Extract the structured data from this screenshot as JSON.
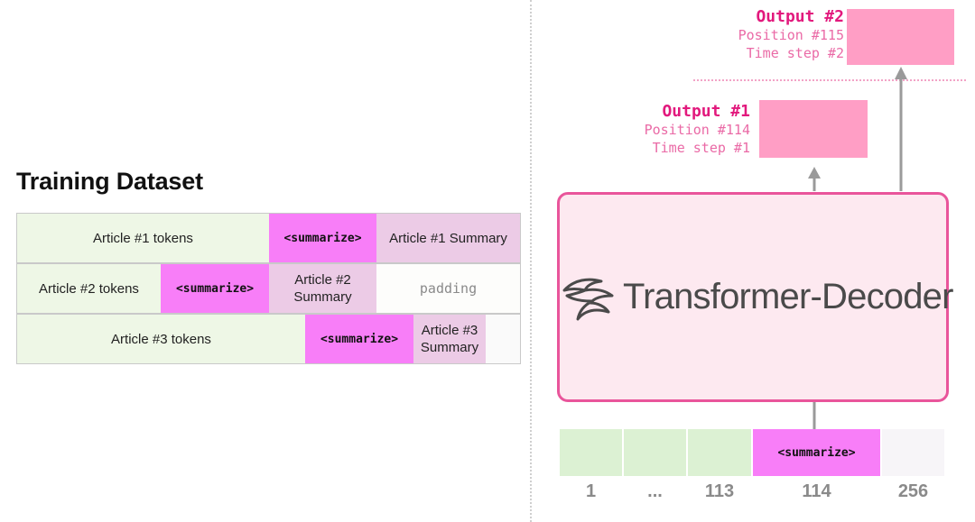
{
  "training": {
    "title": "Training Dataset",
    "rows": [
      {
        "article": "Article #1 tokens",
        "token": "<summarize>",
        "summary": "Article #1 Summary"
      },
      {
        "article": "Article #2 tokens",
        "token": "<summarize>",
        "summary": "Article #2 Summary",
        "padding": "padding"
      },
      {
        "article": "Article #3 tokens",
        "token": "<summarize>",
        "summary": "Article #3 Summary"
      }
    ]
  },
  "outputs": [
    {
      "title": "Output #1",
      "position": "Position #114",
      "step": "Time step #1"
    },
    {
      "title": "Output #2",
      "position": "Position #115",
      "step": "Time step #2"
    }
  ],
  "decoder": {
    "label": "Transformer-Decoder",
    "logo_icon": "transformer-logo-icon"
  },
  "input": {
    "token": "<summarize>",
    "positions": [
      "1",
      "...",
      "113",
      "114",
      "256"
    ]
  },
  "colors": {
    "summarize_token": "#f87ef8",
    "article_tokens": "#eef7e6",
    "summary_tokens": "#eccbe6",
    "output_box": "#ff9ec5",
    "decoder_border": "#e9559b",
    "decoder_fill": "#fde9f0",
    "output_title": "#e2197d"
  }
}
